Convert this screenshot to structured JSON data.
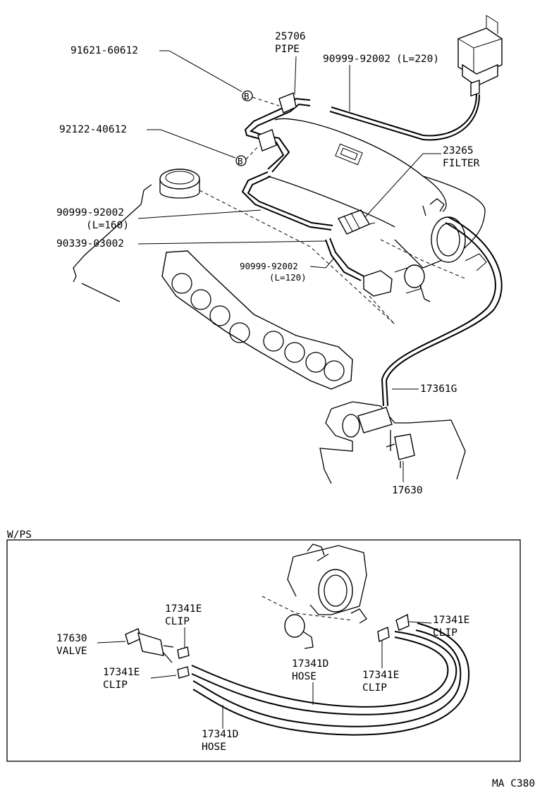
{
  "callouts_top": {
    "c91621": "91621-60612",
    "c25706": "25706",
    "c25706_name": "PIPE",
    "c90999a": "90999-92002",
    "c90999a_len": "(L=220)",
    "c92122": "92122-40612",
    "c23265": "23265",
    "c23265_name": "FILTER",
    "c90999b": "90999-92002",
    "c90999b_len": "(L=160)",
    "c90339": "90339-03002",
    "c90999c": "90999-92002",
    "c90999c_len": "(L=120)",
    "c17361g": "17361G",
    "c17630": "17630",
    "marker_b": "B"
  },
  "wps_section": {
    "title": "W/PS",
    "c17630": "17630",
    "c17630_name": "VALVE",
    "c17341e_a": "17341E",
    "c17341e_a_name": "CLIP",
    "c17341e_b": "17341E",
    "c17341e_b_name": "CLIP",
    "c17341d_a": "17341D",
    "c17341d_a_name": "HOSE",
    "c17341e_c": "17341E",
    "c17341e_c_name": "CLIP",
    "c17341e_d": "17341E",
    "c17341e_d_name": "CLIP",
    "c17341d_b": "17341D",
    "c17341d_b_name": "HOSE"
  },
  "footer": {
    "code": "MA  C380"
  }
}
